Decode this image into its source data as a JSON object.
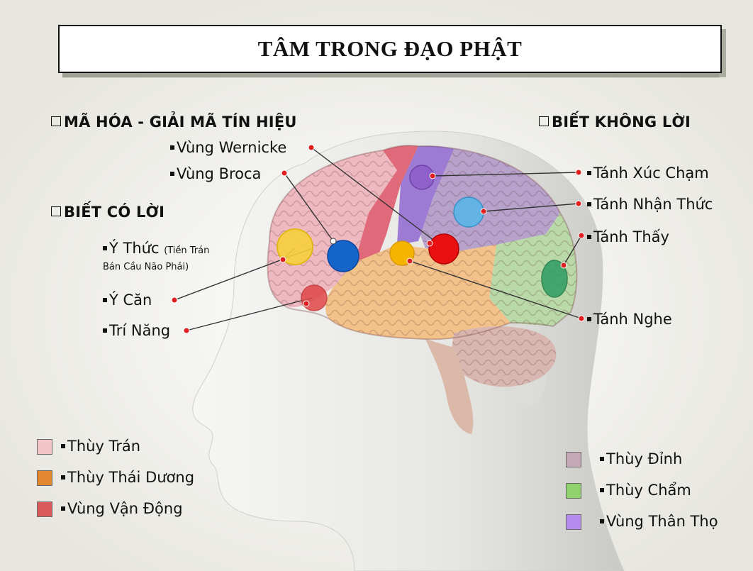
{
  "title": "TÂM TRONG ĐẠO PHẬT",
  "headings": {
    "encode": "MÃ HÓA - GIẢI MÃ TÍN HIỆU",
    "nonverbal": "BIẾT KHÔNG LỜI",
    "verbal": "BIẾT CÓ LỜI"
  },
  "left_items": {
    "wernicke": "Vùng Wernicke",
    "broca": "Vùng Broca",
    "y_thuc": "Ý Thức",
    "y_thuc_note_1": "(Tiền Trán",
    "y_thuc_note_2": "Bán Cầu Não Phải)",
    "y_can": "Ý Căn",
    "tri_nang": "Trí Năng"
  },
  "right_items": {
    "xuc_cham": "Tánh Xúc Chạm",
    "nhan_thuc": "Tánh Nhận Thức",
    "thay": "Tánh Thấy",
    "nghe": "Tánh Nghe"
  },
  "legend_left": [
    {
      "label": "Thùy Trán",
      "color": "#f2c6c8"
    },
    {
      "label": "Thùy Thái Dương",
      "color": "#e0872f"
    },
    {
      "label": "Vùng Vận Động",
      "color": "#d85a5a"
    }
  ],
  "legend_right": [
    {
      "label": "Thùy Đỉnh",
      "color": "#c7a9b5"
    },
    {
      "label": "Thùy Chẩm",
      "color": "#8fd16a"
    },
    {
      "label": "Vùng Thân Thọ",
      "color": "#b78af0"
    }
  ],
  "colors": {
    "yellow": "#f7d23a",
    "blue": "#1565c8",
    "red": "#e81010",
    "orange": "#f4b400",
    "purple": "#8e5cc9",
    "light_blue": "#5bb6e8",
    "green": "#2e9e62",
    "red_circle": "#e04848"
  }
}
